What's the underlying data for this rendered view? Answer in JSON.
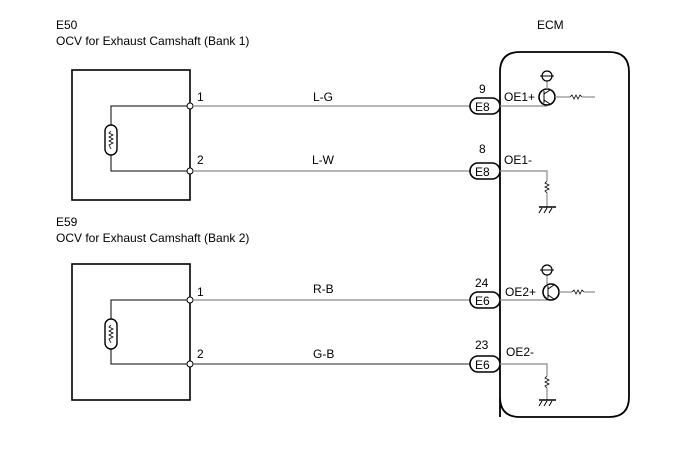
{
  "components": [
    {
      "id": "E50",
      "code": "E50",
      "name": "OCV for Exhaust Camshaft  (Bank 1)",
      "pins": [
        "1",
        "2"
      ]
    },
    {
      "id": "E59",
      "code": "E59",
      "name": "OCV for Exhaust Camshaft (Bank 2)",
      "pins": [
        "1",
        "2"
      ]
    }
  ],
  "ecm": {
    "title": "ECM"
  },
  "wires": [
    {
      "color_code": "L-G",
      "connector": "E8",
      "ecm_pin": "9",
      "terminal": "OE1+"
    },
    {
      "color_code": "L-W",
      "connector": "E8",
      "ecm_pin": "8",
      "terminal": "OE1-"
    },
    {
      "color_code": "R-B",
      "connector": "E6",
      "ecm_pin": "24",
      "terminal": "OE2+"
    },
    {
      "color_code": "G-B",
      "connector": "E6",
      "ecm_pin": "23",
      "terminal": "OE2-"
    }
  ]
}
